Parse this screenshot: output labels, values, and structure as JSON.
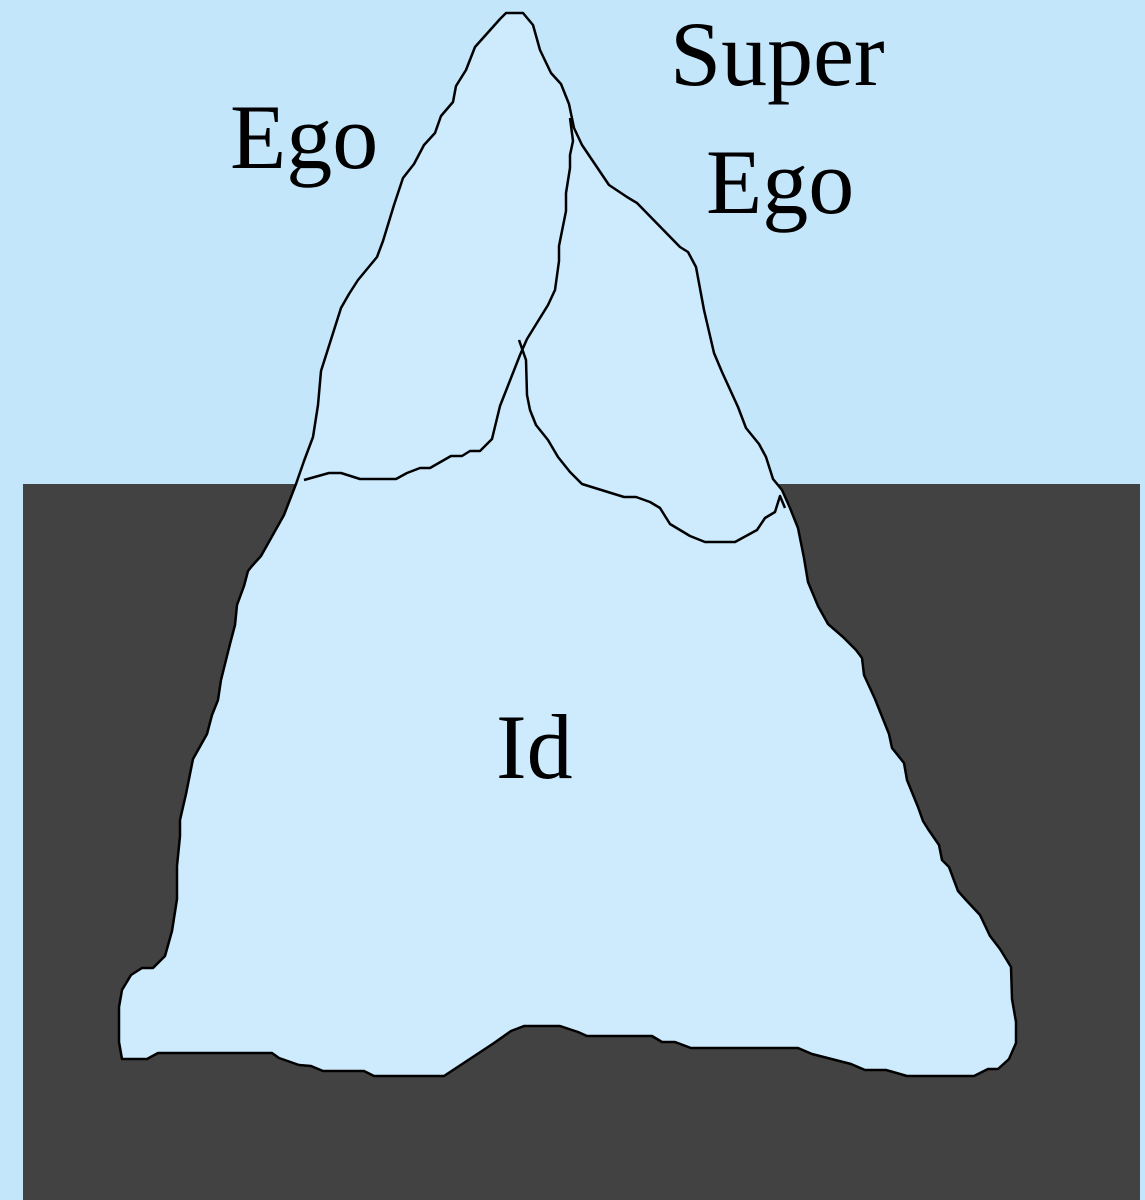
{
  "diagram": {
    "labels": {
      "ego": "Ego",
      "super_ego_line1": "Super",
      "super_ego_line2": "Ego",
      "id": "Id"
    },
    "colors": {
      "sky": "#c4e6fb",
      "water": "#424242",
      "iceberg": "#cdebfd",
      "outline": "#000000"
    }
  }
}
